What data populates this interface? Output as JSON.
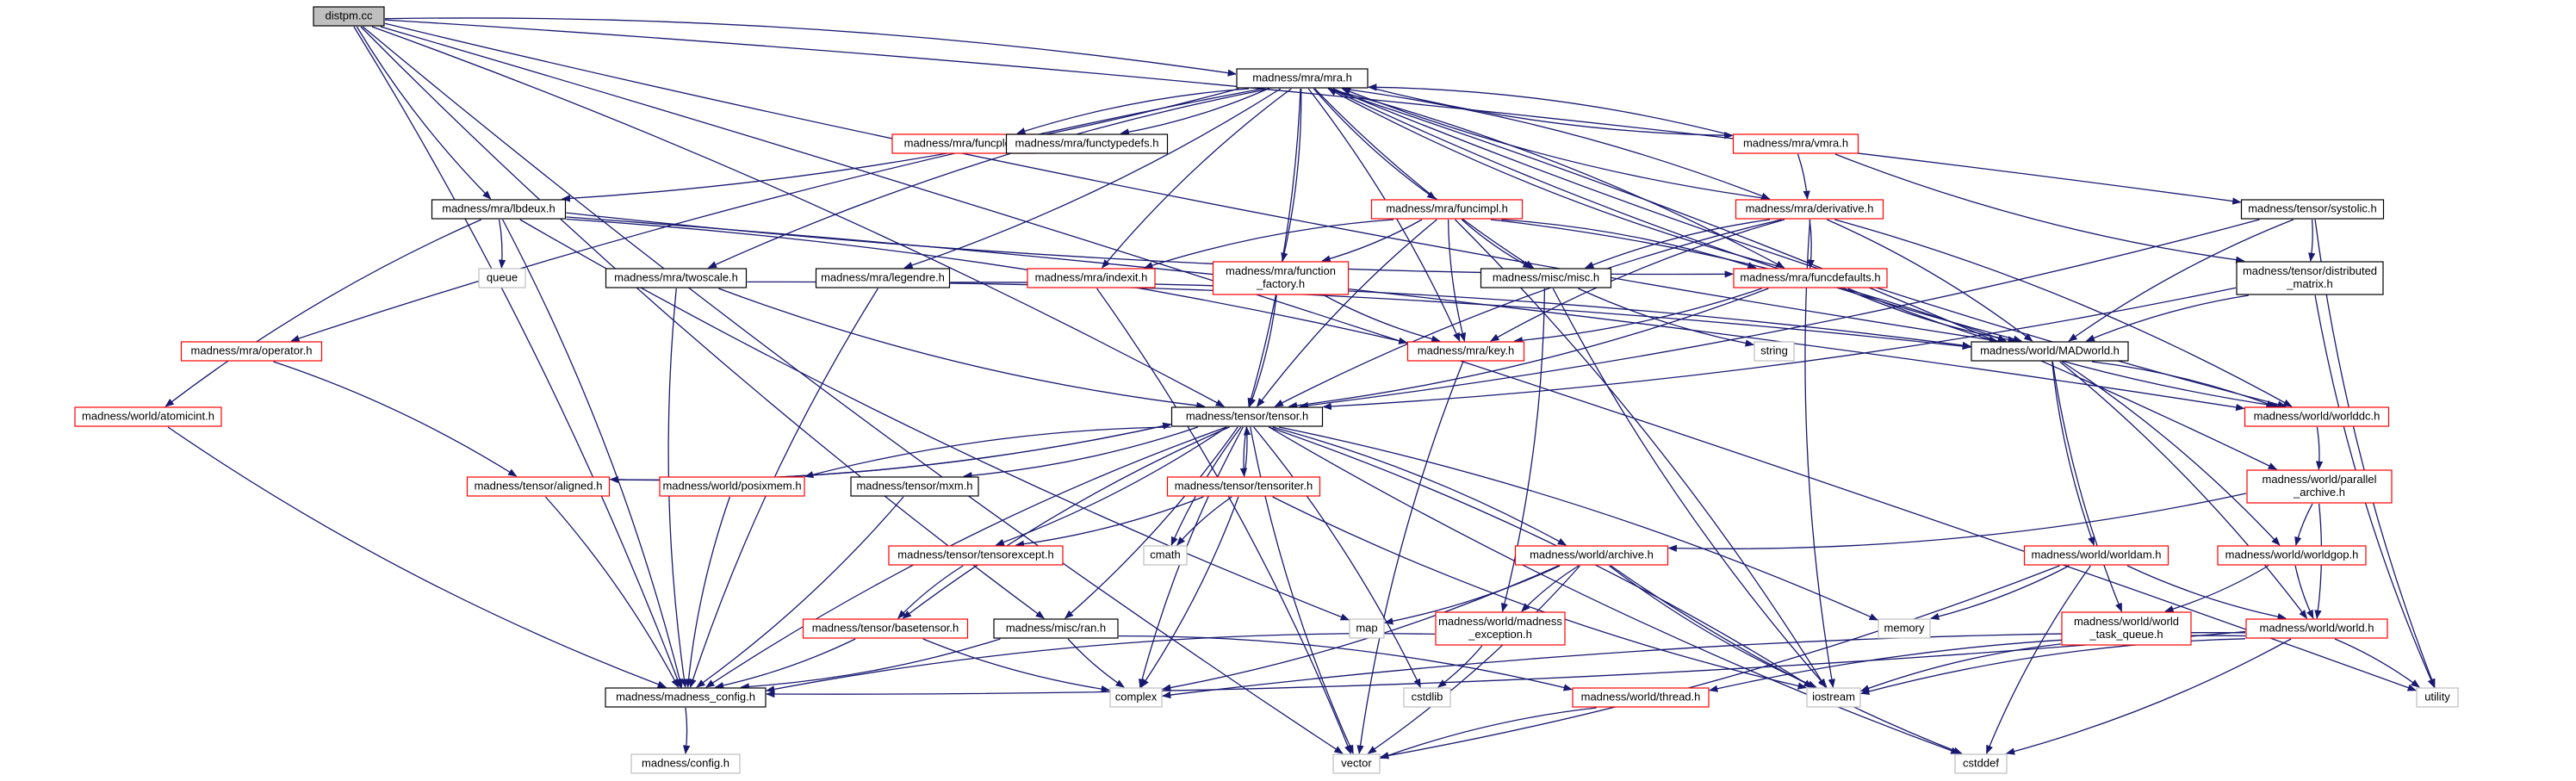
{
  "graph": {
    "title": "distpm.cc include dependency graph",
    "colors": {
      "edge": "#191970",
      "border_documented": "#000000",
      "border_undocumented": "#ff0000",
      "border_system": "#bfbfbf",
      "root_fill": "#bfbfbf",
      "node_fill": "#ffffff"
    },
    "nodes": [
      {
        "id": "distpm",
        "lines": [
          "distpm.cc"
        ],
        "kind": "root"
      },
      {
        "id": "mra",
        "lines": [
          "madness/mra/mra.h"
        ],
        "kind": "documented"
      },
      {
        "id": "funcplot",
        "lines": [
          "madness/mra/funcplot.h"
        ],
        "kind": "undocumented"
      },
      {
        "id": "functypedefs",
        "lines": [
          "madness/mra/functypedefs.h"
        ],
        "kind": "documented"
      },
      {
        "id": "vmra",
        "lines": [
          "madness/mra/vmra.h"
        ],
        "kind": "undocumented"
      },
      {
        "id": "systolic",
        "lines": [
          "madness/tensor/systolic.h"
        ],
        "kind": "documented"
      },
      {
        "id": "lbdeux",
        "lines": [
          "madness/mra/lbdeux.h"
        ],
        "kind": "documented"
      },
      {
        "id": "funcimpl",
        "lines": [
          "madness/mra/funcimpl.h"
        ],
        "kind": "undocumented"
      },
      {
        "id": "derivative",
        "lines": [
          "madness/mra/derivative.h"
        ],
        "kind": "undocumented"
      },
      {
        "id": "queue",
        "lines": [
          "queue"
        ],
        "kind": "system"
      },
      {
        "id": "twoscale",
        "lines": [
          "madness/mra/twoscale.h"
        ],
        "kind": "documented"
      },
      {
        "id": "legendre",
        "lines": [
          "madness/mra/legendre.h"
        ],
        "kind": "documented"
      },
      {
        "id": "indexit",
        "lines": [
          "madness/mra/indexit.h"
        ],
        "kind": "undocumented"
      },
      {
        "id": "function_factory",
        "lines": [
          "madness/mra/function",
          "_factory.h"
        ],
        "kind": "undocumented"
      },
      {
        "id": "misc",
        "lines": [
          "madness/misc/misc.h"
        ],
        "kind": "documented"
      },
      {
        "id": "funcdefaults",
        "lines": [
          "madness/mra/funcdefaults.h"
        ],
        "kind": "undocumented"
      },
      {
        "id": "distributed_matrix",
        "lines": [
          "madness/tensor/distributed",
          "_matrix.h"
        ],
        "kind": "documented"
      },
      {
        "id": "operator",
        "lines": [
          "madness/mra/operator.h"
        ],
        "kind": "undocumented"
      },
      {
        "id": "string",
        "lines": [
          "string"
        ],
        "kind": "system"
      },
      {
        "id": "key",
        "lines": [
          "madness/mra/key.h"
        ],
        "kind": "undocumented"
      },
      {
        "id": "madworld",
        "lines": [
          "madness/world/MADworld.h"
        ],
        "kind": "documented"
      },
      {
        "id": "atomicint",
        "lines": [
          "madness/world/atomicint.h"
        ],
        "kind": "undocumented"
      },
      {
        "id": "tensor",
        "lines": [
          "madness/tensor/tensor.h"
        ],
        "kind": "documented"
      },
      {
        "id": "worlddc",
        "lines": [
          "madness/world/worlddc.h"
        ],
        "kind": "undocumented"
      },
      {
        "id": "aligned",
        "lines": [
          "madness/tensor/aligned.h"
        ],
        "kind": "undocumented"
      },
      {
        "id": "posixmem",
        "lines": [
          "madness/world/posixmem.h"
        ],
        "kind": "undocumented"
      },
      {
        "id": "mxm",
        "lines": [
          "madness/tensor/mxm.h"
        ],
        "kind": "documented"
      },
      {
        "id": "tensoriter",
        "lines": [
          "madness/tensor/tensoriter.h"
        ],
        "kind": "undocumented"
      },
      {
        "id": "parallel_archive",
        "lines": [
          "madness/world/parallel",
          "_archive.h"
        ],
        "kind": "undocumented"
      },
      {
        "id": "tensorexcept",
        "lines": [
          "madness/tensor/tensorexcept.h"
        ],
        "kind": "undocumented"
      },
      {
        "id": "cmath",
        "lines": [
          "cmath"
        ],
        "kind": "system"
      },
      {
        "id": "archive",
        "lines": [
          "madness/world/archive.h"
        ],
        "kind": "undocumented"
      },
      {
        "id": "worldam",
        "lines": [
          "madness/world/worldam.h"
        ],
        "kind": "undocumented"
      },
      {
        "id": "worldgop",
        "lines": [
          "madness/world/worldgop.h"
        ],
        "kind": "undocumented"
      },
      {
        "id": "basetensor",
        "lines": [
          "madness/tensor/basetensor.h"
        ],
        "kind": "undocumented"
      },
      {
        "id": "ran",
        "lines": [
          "madness/misc/ran.h"
        ],
        "kind": "documented"
      },
      {
        "id": "map",
        "lines": [
          "map"
        ],
        "kind": "system"
      },
      {
        "id": "madness_exception",
        "lines": [
          "madness/world/madness",
          "_exception.h"
        ],
        "kind": "undocumented"
      },
      {
        "id": "memory",
        "lines": [
          "memory"
        ],
        "kind": "system"
      },
      {
        "id": "world_task_queue",
        "lines": [
          "madness/world/world",
          "_task_queue.h"
        ],
        "kind": "undocumented"
      },
      {
        "id": "world",
        "lines": [
          "madness/world/world.h"
        ],
        "kind": "undocumented"
      },
      {
        "id": "madness_config",
        "lines": [
          "madness/madness_config.h"
        ],
        "kind": "documented"
      },
      {
        "id": "complex",
        "lines": [
          "complex"
        ],
        "kind": "system"
      },
      {
        "id": "cstdlib",
        "lines": [
          "cstdlib"
        ],
        "kind": "system"
      },
      {
        "id": "iostream",
        "lines": [
          "iostream"
        ],
        "kind": "system"
      },
      {
        "id": "utility",
        "lines": [
          "utility"
        ],
        "kind": "system"
      },
      {
        "id": "thread",
        "lines": [
          "madness/world/thread.h"
        ],
        "kind": "undocumented"
      },
      {
        "id": "config",
        "lines": [
          "madness/config.h"
        ],
        "kind": "system"
      },
      {
        "id": "vector",
        "lines": [
          "vector"
        ],
        "kind": "system"
      },
      {
        "id": "cstddef",
        "lines": [
          "cstddef"
        ],
        "kind": "system"
      }
    ],
    "edges": [
      [
        "distpm",
        "mra"
      ],
      [
        "distpm",
        "lbdeux"
      ],
      [
        "distpm",
        "systolic"
      ],
      [
        "distpm",
        "madworld"
      ],
      [
        "distpm",
        "tensor"
      ],
      [
        "distpm",
        "ran"
      ],
      [
        "distpm",
        "madness_config"
      ],
      [
        "distpm",
        "vector"
      ],
      [
        "distpm",
        "utility"
      ],
      [
        "mra",
        "funcplot"
      ],
      [
        "mra",
        "functypedefs"
      ],
      [
        "mra",
        "vmra"
      ],
      [
        "mra",
        "lbdeux"
      ],
      [
        "mra",
        "funcimpl"
      ],
      [
        "mra",
        "derivative"
      ],
      [
        "mra",
        "twoscale"
      ],
      [
        "mra",
        "legendre"
      ],
      [
        "mra",
        "indexit"
      ],
      [
        "mra",
        "function_factory"
      ],
      [
        "mra",
        "misc"
      ],
      [
        "mra",
        "funcdefaults"
      ],
      [
        "mra",
        "operator"
      ],
      [
        "mra",
        "key"
      ],
      [
        "mra",
        "madworld"
      ],
      [
        "mra",
        "tensor"
      ],
      [
        "mra",
        "worlddc"
      ],
      [
        "mra",
        "parallel_archive"
      ],
      [
        "vmra",
        "mra"
      ],
      [
        "vmra",
        "derivative"
      ],
      [
        "vmra",
        "distributed_matrix"
      ],
      [
        "systolic",
        "distributed_matrix"
      ],
      [
        "systolic",
        "madworld"
      ],
      [
        "systolic",
        "tensor"
      ],
      [
        "systolic",
        "utility"
      ],
      [
        "lbdeux",
        "queue"
      ],
      [
        "lbdeux",
        "funcdefaults"
      ],
      [
        "lbdeux",
        "key"
      ],
      [
        "lbdeux",
        "atomicint"
      ],
      [
        "lbdeux",
        "worlddc"
      ],
      [
        "lbdeux",
        "map"
      ],
      [
        "lbdeux",
        "madness_config"
      ],
      [
        "funcimpl",
        "indexit"
      ],
      [
        "funcimpl",
        "function_factory"
      ],
      [
        "funcimpl",
        "misc"
      ],
      [
        "funcimpl",
        "funcdefaults"
      ],
      [
        "funcimpl",
        "key"
      ],
      [
        "funcimpl",
        "madworld"
      ],
      [
        "funcimpl",
        "tensor"
      ],
      [
        "funcimpl",
        "iostream"
      ],
      [
        "derivative",
        "misc"
      ],
      [
        "derivative",
        "funcdefaults"
      ],
      [
        "derivative",
        "key"
      ],
      [
        "derivative",
        "madworld"
      ],
      [
        "derivative",
        "tensor"
      ],
      [
        "derivative",
        "worlddc"
      ],
      [
        "derivative",
        "iostream"
      ],
      [
        "derivative",
        "mra"
      ],
      [
        "twoscale",
        "tensor"
      ],
      [
        "twoscale",
        "madworld"
      ],
      [
        "twoscale",
        "madness_config"
      ],
      [
        "legendre",
        "madworld"
      ],
      [
        "legendre",
        "madness_config"
      ],
      [
        "indexit",
        "vector"
      ],
      [
        "function_factory",
        "key"
      ],
      [
        "function_factory",
        "tensor"
      ],
      [
        "misc",
        "string"
      ],
      [
        "misc",
        "madness_exception"
      ],
      [
        "misc",
        "iostream"
      ],
      [
        "funcdefaults",
        "key"
      ],
      [
        "funcdefaults",
        "madworld"
      ],
      [
        "funcdefaults",
        "tensor"
      ],
      [
        "funcdefaults",
        "worlddc"
      ],
      [
        "funcdefaults",
        "mra"
      ],
      [
        "distributed_matrix",
        "madworld"
      ],
      [
        "distributed_matrix",
        "tensor"
      ],
      [
        "distributed_matrix",
        "utility"
      ],
      [
        "operator",
        "aligned"
      ],
      [
        "key",
        "vector"
      ],
      [
        "madworld",
        "worlddc"
      ],
      [
        "madworld",
        "worldam"
      ],
      [
        "madworld",
        "worldgop"
      ],
      [
        "madworld",
        "world_task_queue"
      ],
      [
        "madworld",
        "world"
      ],
      [
        "atomicint",
        "madness_config"
      ],
      [
        "tensor",
        "aligned"
      ],
      [
        "tensor",
        "posixmem"
      ],
      [
        "tensor",
        "mxm"
      ],
      [
        "tensor",
        "tensoriter"
      ],
      [
        "tensor",
        "tensorexcept"
      ],
      [
        "tensor",
        "cmath"
      ],
      [
        "tensor",
        "archive"
      ],
      [
        "tensor",
        "basetensor"
      ],
      [
        "tensor",
        "ran"
      ],
      [
        "tensor",
        "madness_config"
      ],
      [
        "tensor",
        "memory"
      ],
      [
        "tensor",
        "complex"
      ],
      [
        "tensor",
        "cstdlib"
      ],
      [
        "tensor",
        "vector"
      ],
      [
        "tensor",
        "iostream"
      ],
      [
        "tensor",
        "cstddef"
      ],
      [
        "worlddc",
        "parallel_archive"
      ],
      [
        "aligned",
        "tensor"
      ],
      [
        "aligned",
        "madness_config"
      ],
      [
        "posixmem",
        "madness_config"
      ],
      [
        "mxm",
        "madness_config"
      ],
      [
        "tensoriter",
        "tensor"
      ],
      [
        "tensoriter",
        "tensorexcept"
      ],
      [
        "tensoriter",
        "cmath"
      ],
      [
        "tensoriter",
        "complex"
      ],
      [
        "tensoriter",
        "iostream"
      ],
      [
        "parallel_archive",
        "archive"
      ],
      [
        "parallel_archive",
        "worldgop"
      ],
      [
        "parallel_archive",
        "world"
      ],
      [
        "tensorexcept",
        "basetensor"
      ],
      [
        "archive",
        "map"
      ],
      [
        "archive",
        "madness_exception"
      ],
      [
        "archive",
        "complex"
      ],
      [
        "archive",
        "iostream"
      ],
      [
        "archive",
        "vector"
      ],
      [
        "archive",
        "cstddef"
      ],
      [
        "worldam",
        "memory"
      ],
      [
        "worldam",
        "world"
      ],
      [
        "worldam",
        "vector"
      ],
      [
        "worldam",
        "cstddef"
      ],
      [
        "worldgop",
        "world_task_queue"
      ],
      [
        "worldgop",
        "world"
      ],
      [
        "basetensor",
        "madness_config"
      ],
      [
        "basetensor",
        "complex"
      ],
      [
        "ran",
        "madness_config"
      ],
      [
        "ran",
        "complex"
      ],
      [
        "ran",
        "thread"
      ],
      [
        "madness_exception",
        "madness_config"
      ],
      [
        "madness_exception",
        "cstdlib"
      ],
      [
        "world_task_queue",
        "iostream"
      ],
      [
        "world",
        "madness_config"
      ],
      [
        "world",
        "iostream"
      ],
      [
        "world",
        "utility"
      ],
      [
        "world",
        "thread"
      ],
      [
        "world",
        "cstddef"
      ],
      [
        "world",
        "complex"
      ],
      [
        "madness_config",
        "config"
      ],
      [
        "thread",
        "vector"
      ]
    ]
  }
}
